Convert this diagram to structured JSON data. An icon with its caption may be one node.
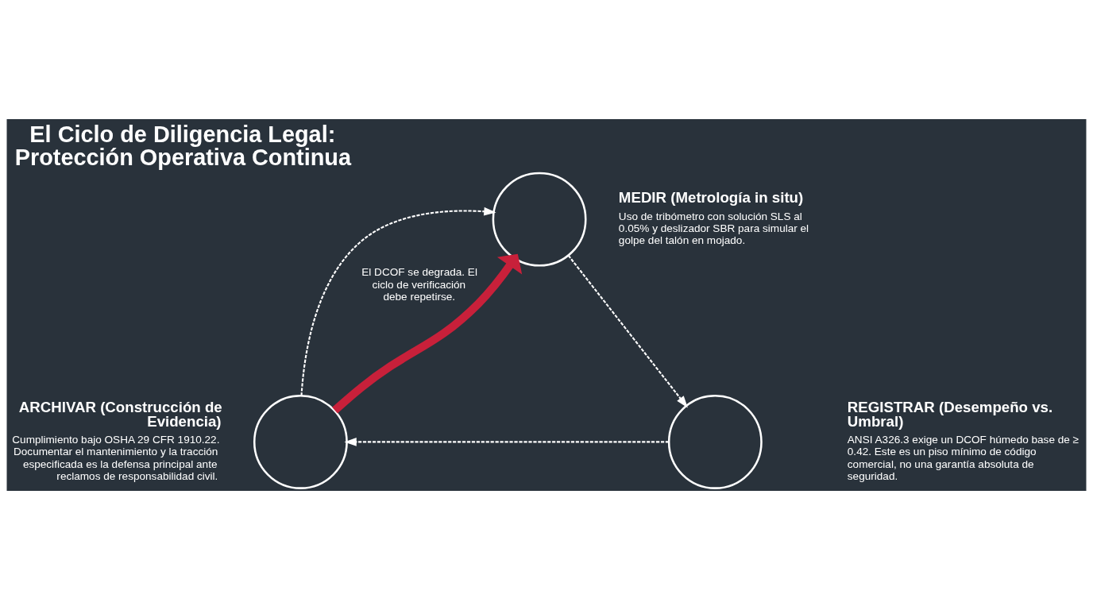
{
  "diagram": {
    "title": "El Ciclo de Diligencia Legal: Protección Operativa Continua",
    "nodes": [
      {
        "text": [],
        "shape": "circle",
        "beside": [
          "MEDIR (Metrología in situ)",
          "Uso de tribómetro con solución SLS al 0.05% y deslizador SBR para simular el golpe del talón en mojado."
        ]
      },
      {
        "text": [],
        "shape": "circle",
        "beside": [
          "ARCHIVAR (Construcción de Evidencia)",
          "Cumplimiento bajo OSHA 29 CFR 1910.22. Documentar el mantenimiento y la tracción especificada es la defensa principal ante reclamos de responsabilidad civil."
        ]
      },
      {
        "text": [],
        "shape": "circle",
        "beside": [
          "REGISTRAR (Desempeño vs. Umbral)",
          "ANSI A326.3 exige un DCOF húmedo base de ≥ 0.42. Este es un piso mínimo de código comercial, no una garantía absoluta de seguridad."
        ]
      }
    ],
    "edges": [
      {
        "from": 0,
        "to": 2,
        "arrow": "to",
        "style": "dashed"
      },
      {
        "from": 2,
        "to": 1,
        "arrow": "to",
        "style": "dashed"
      },
      {
        "from": 1,
        "to": 0,
        "arrow": "to",
        "style": "dashed"
      },
      {
        "from": 1,
        "to": 0,
        "arrow": "to",
        "style": "thick",
        "color": "#c8203a",
        "label": "El DCOF se degrada. El ciclo de verificación debe repetirse."
      }
    ]
  }
}
